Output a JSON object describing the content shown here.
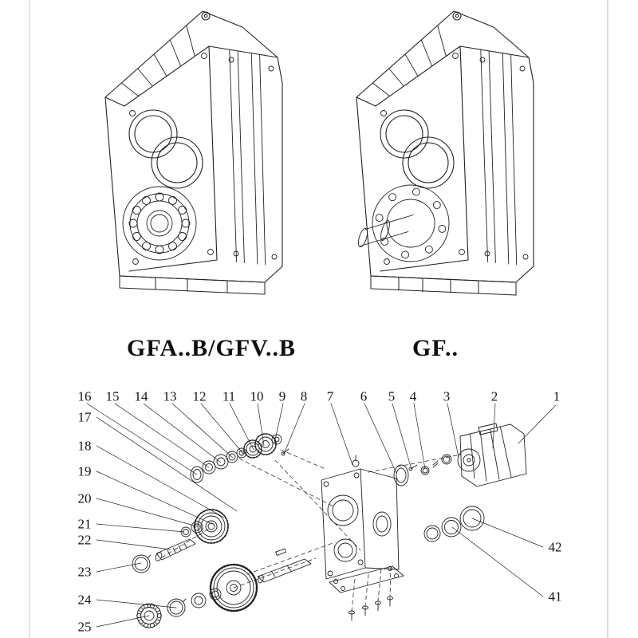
{
  "page": {
    "background": "#ffffff",
    "line_color": "#222222"
  },
  "models": [
    {
      "label": "GFA..B/GFV..B"
    },
    {
      "label": "GF.."
    }
  ],
  "exploded_view": {
    "callouts_top": [
      "16",
      "15",
      "14",
      "13",
      "12",
      "11",
      "10",
      "9",
      "8",
      "7",
      "6",
      "5",
      "4",
      "3",
      "2",
      "1"
    ],
    "callouts_left": [
      "17",
      "18",
      "19",
      "20",
      "21",
      "22",
      "23",
      "24",
      "25"
    ],
    "callouts_right": [
      "42",
      "41"
    ]
  }
}
